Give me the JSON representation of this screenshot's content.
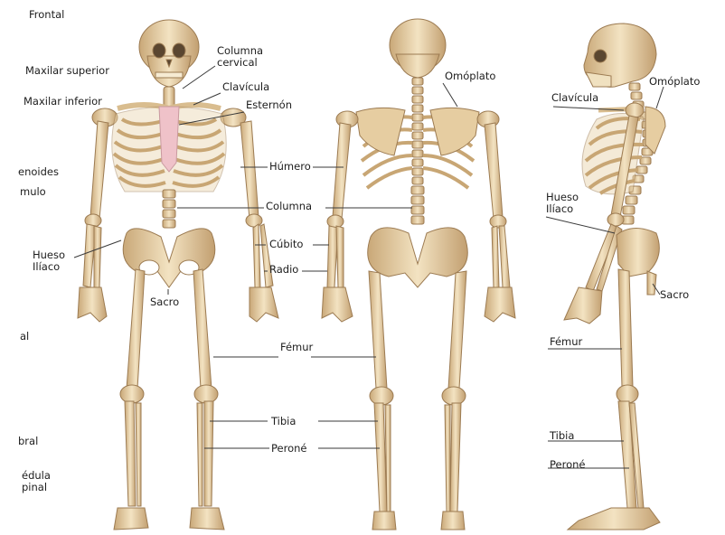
{
  "labels": {
    "frontal": "Frontal",
    "maxilar_superior": "Maxilar superior",
    "maxilar_inferior": "Maxilar inferior",
    "esfenoides": "enoides",
    "omulo": "mulo",
    "hueso_iliaco_front": "Hueso Ilíaco",
    "sacro_front": "Sacro",
    "al_fragment": "al",
    "bral_fragment": "bral",
    "medula_espinal": "édula pinal",
    "columna_cervical": "Columna cervical",
    "clavicula_front": "Clavícula",
    "esternon": "Esternón",
    "humero": "Húmero",
    "columna": "Columna",
    "cubito": "Cúbito",
    "radio": "Radio",
    "femur_center": "Fémur",
    "tibia_center": "Tibia",
    "perone_center": "Peroné",
    "omoplato_back": "Omóplato",
    "clavicula_side": "Clavícula",
    "omoplato_side": "Omóplato",
    "hueso_iliaco_side": "Hueso Ilíaco",
    "sacro_side": "Sacro",
    "femur_side": "Fémur",
    "tibia_side": "Tibia",
    "perone_side": "Peroné"
  },
  "colors": {
    "bone": "#e8d3ac",
    "bone_shadow": "#b9976a",
    "sternum": "#efc2c9",
    "leader_line": "#3a3a3a",
    "background": "#ffffff"
  }
}
